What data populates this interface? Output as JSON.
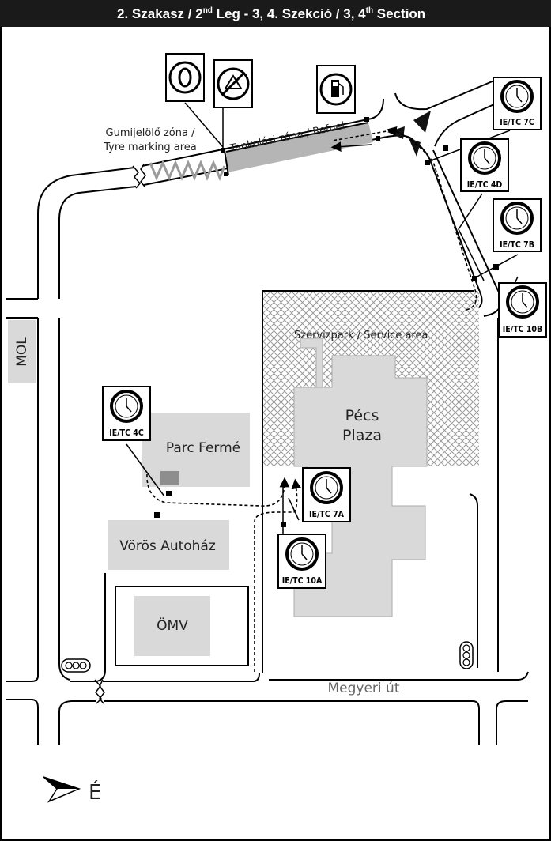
{
  "header": {
    "stage": "2. Szakasz / 2",
    "stage_sup": "nd",
    "leg": " Leg - 3, 4. Szekció / 3, 4",
    "leg_sup": "th",
    "section": " Section"
  },
  "labels": {
    "tyre_marking": [
      "Gumijelölő zóna /",
      "Tyre marking area"
    ],
    "refuel": "Tankolási zóna / Refuel",
    "service_area": "Szervizpark / Service area",
    "plaza": [
      "Pécs",
      "Plaza"
    ],
    "parc_ferme": "Parc Fermé",
    "voros": "Vörös Autoház",
    "omv": "ÖMV",
    "mol": "MOL",
    "street": "Megyeri út",
    "north": "É"
  },
  "controls": {
    "tc7c": [
      "IE/TC 7C"
    ],
    "tc4d": [
      "IE/TC 4D"
    ],
    "tc7b": [
      "IE/TC 7B"
    ],
    "tc10b": [
      "IE/TC 10B"
    ],
    "tc4c": [
      "IE/TC 4C"
    ],
    "tc7a": [
      "IE/TC 7A"
    ],
    "tc10a": [
      "IE/TC 10A"
    ]
  },
  "icons": [
    "tyre-icon",
    "no-tyre-change-icon",
    "fuel-pump-icon",
    "clock-icon",
    "traffic-light-icon",
    "north-arrow-icon"
  ],
  "colors": {
    "header_bg": "#1a1a1a",
    "building": "#d9d9d9",
    "road_line": "#000000",
    "refuel_zone": "#b5b5b5"
  }
}
